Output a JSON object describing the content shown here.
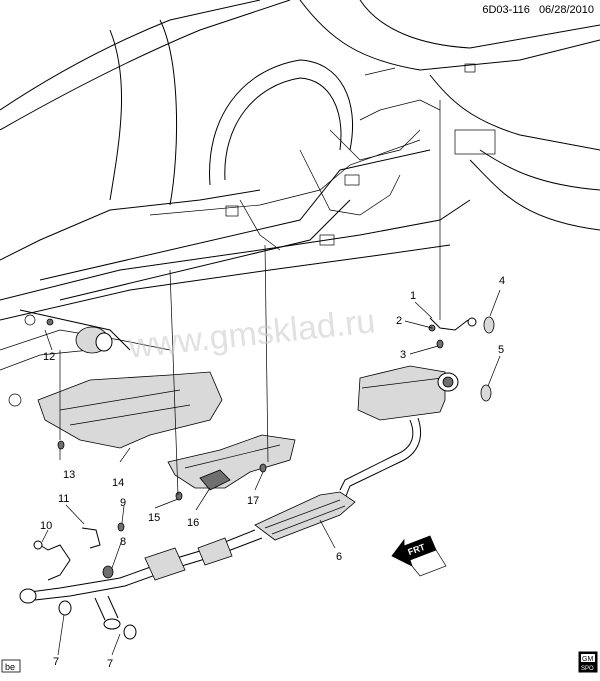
{
  "header": {
    "code": "6D03-116",
    "date": "06/28/2010"
  },
  "watermark": "www.gmsklad.ru",
  "front_arrow": {
    "label": "FRT"
  },
  "corner_tag": "be",
  "logo": {
    "top": "GM",
    "bottom": "SPO"
  },
  "callouts": [
    "1",
    "2",
    "3",
    "4",
    "5",
    "6",
    "7",
    "7",
    "8",
    "9",
    "10",
    "11",
    "12",
    "13",
    "14",
    "15",
    "16",
    "17"
  ]
}
